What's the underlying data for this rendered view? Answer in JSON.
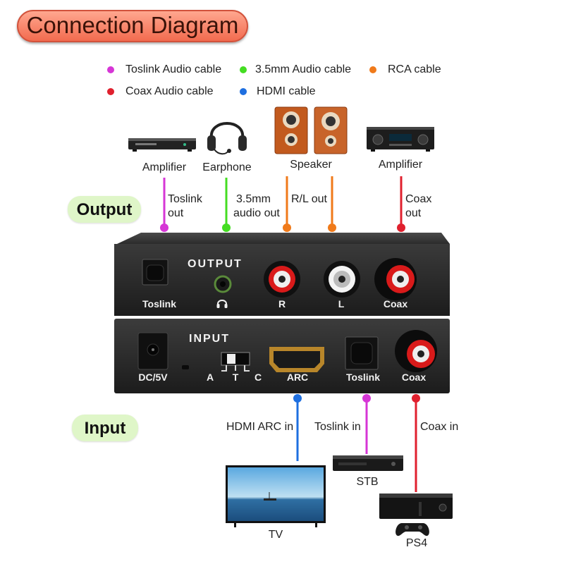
{
  "title": "Connection Diagram",
  "legend": [
    {
      "label": "Toslink Audio cable",
      "color": "#d636d6"
    },
    {
      "label": "3.5mm Audio cable",
      "color": "#44dd22"
    },
    {
      "label": "RCA cable",
      "color": "#f07a1a"
    },
    {
      "label": "Coax Audio cable",
      "color": "#e0202e"
    },
    {
      "label": "HDMI cable",
      "color": "#1e6fe0"
    }
  ],
  "output_devices": {
    "amplifier_left": "Amplifier",
    "earphone": "Earphone",
    "speaker": "Speaker",
    "amplifier_right": "Amplifier"
  },
  "output_cables": {
    "toslink_1": "Toslink",
    "toslink_2": "out",
    "mm_1": "3.5mm",
    "mm_2": "audio out",
    "rl": "R/L out",
    "coax_1": "Coax",
    "coax_2": "out"
  },
  "sections": {
    "output": "Output",
    "input": "Input"
  },
  "output_panel": {
    "heading": "OUTPUT",
    "toslink": "Toslink",
    "r": "R",
    "l": "L",
    "coax": "Coax"
  },
  "input_panel": {
    "heading": "INPUT",
    "dc": "DC/5V",
    "a": "A",
    "t": "T",
    "c": "C",
    "arc": "ARC",
    "toslink": "Toslink",
    "coax": "Coax"
  },
  "input_cables": {
    "hdmi": "HDMI ARC in",
    "toslink": "Toslink in",
    "coax": "Coax in"
  },
  "input_devices": {
    "tv": "TV",
    "stb": "STB",
    "ps4": "PS4"
  }
}
